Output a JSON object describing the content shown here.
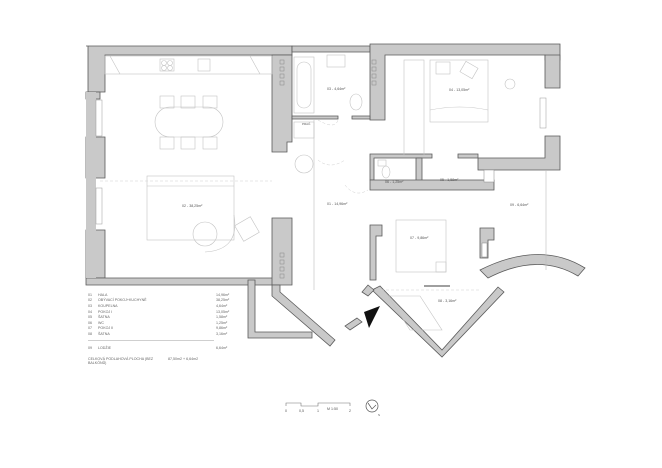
{
  "rooms": [
    {
      "id": "01",
      "name": "HALA",
      "area": "14,96m²",
      "label": "01 - 14,96m²"
    },
    {
      "id": "02",
      "name": "OBÝVACÍ POKOJ+KUCHYNĚ",
      "area": "38,25m²",
      "label": "02 - 38,25m²"
    },
    {
      "id": "03",
      "name": "KOUPELNA",
      "area": "4,64m²",
      "label": "03 - 4,64m²"
    },
    {
      "id": "04",
      "name": "POKOJ I",
      "area": "13,05m²",
      "label": "04 - 13,05m²"
    },
    {
      "id": "05",
      "name": "ŠATNA",
      "area": "1,58m²",
      "label": "05 - 1,58m²"
    },
    {
      "id": "06",
      "name": "WC",
      "area": "1,25m²",
      "label": "06 - 1,25m²"
    },
    {
      "id": "07",
      "name": "POKOJ II",
      "area": "9,86m²",
      "label": "07 - 9,86m²"
    },
    {
      "id": "08",
      "name": "ŠATNA",
      "area": "3,16m²",
      "label": "08 - 3,16m²"
    }
  ],
  "loggia": {
    "id": "09",
    "name": "LODŽIE",
    "area": "6,64m²",
    "label": "09 - 6,64m²"
  },
  "total": {
    "label": "CELKOVÁ PODLAHOVÁ PLOCHA (BEZ BALKÓNŮ)",
    "value": "87,50m2 + 6,64m2"
  },
  "scale": {
    "ticks": [
      "0",
      "0,5",
      "1",
      "2"
    ],
    "unit": "M 1:50"
  },
  "north": {
    "symbol": "S"
  },
  "bathroom_tag": "PRAČ."
}
